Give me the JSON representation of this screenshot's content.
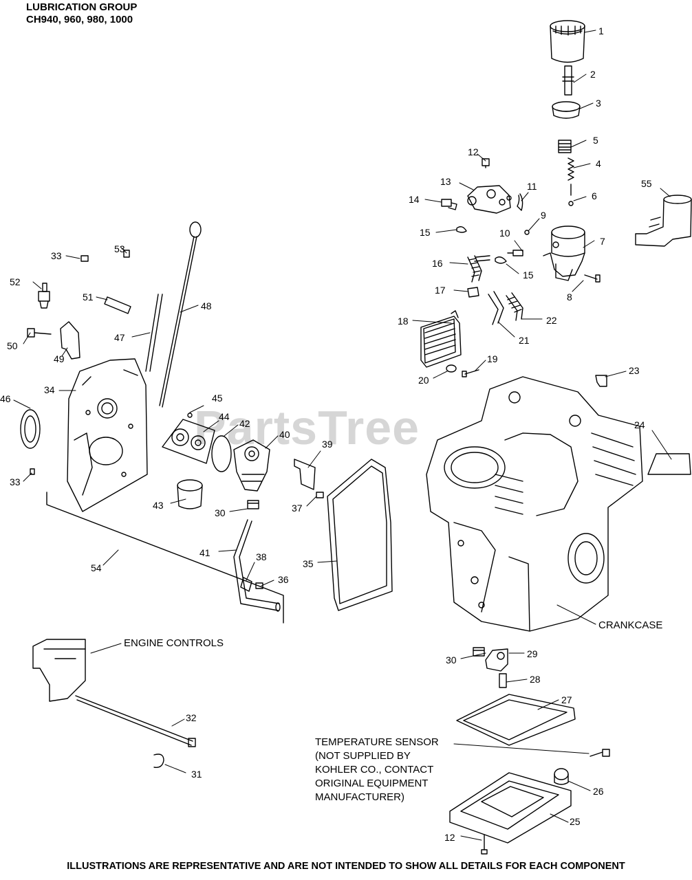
{
  "header": {
    "title": "LUBRICATION GROUP",
    "models": "CH940, 960, 980, 1000"
  },
  "watermark": "PartsTree",
  "footer": "ILLUSTRATIONS ARE REPRESENTATIVE AND ARE NOT INTENDED TO SHOW ALL DETAILS FOR EACH COMPONENT",
  "captions": {
    "crankcase": "CRANKCASE",
    "engine_controls": "ENGINE CONTROLS",
    "temp_sensor": [
      "TEMPERATURE SENSOR",
      "(NOT SUPPLIED BY",
      "KOHLER CO., CONTACT",
      "ORIGINAL EQUIPMENT",
      "MANUFACTURER)"
    ]
  },
  "callouts": {
    "c1": "1",
    "c2": "2",
    "c3": "3",
    "c4": "4",
    "c5": "5",
    "c6": "6",
    "c7": "7",
    "c8": "8",
    "c9": "9",
    "c10": "10",
    "c11": "11",
    "c12a": "12",
    "c12b": "12",
    "c13": "13",
    "c14": "14",
    "c15a": "15",
    "c15b": "15",
    "c16": "16",
    "c17": "17",
    "c18": "18",
    "c19": "19",
    "c20": "20",
    "c21": "21",
    "c22": "22",
    "c23": "23",
    "c24": "24",
    "c25": "25",
    "c26": "26",
    "c27": "27",
    "c28": "28",
    "c29": "29",
    "c30a": "30",
    "c30b": "30",
    "c31": "31",
    "c32": "32",
    "c33a": "33",
    "c33b": "33",
    "c34": "34",
    "c35": "35",
    "c36": "36",
    "c37": "37",
    "c38": "38",
    "c39": "39",
    "c40": "40",
    "c41": "41",
    "c42": "42",
    "c43": "43",
    "c44": "44",
    "c45": "45",
    "c46": "46",
    "c47": "47",
    "c48": "48",
    "c49": "49",
    "c50": "50",
    "c51": "51",
    "c52": "52",
    "c53": "53",
    "c54": "54",
    "c55": "55"
  }
}
